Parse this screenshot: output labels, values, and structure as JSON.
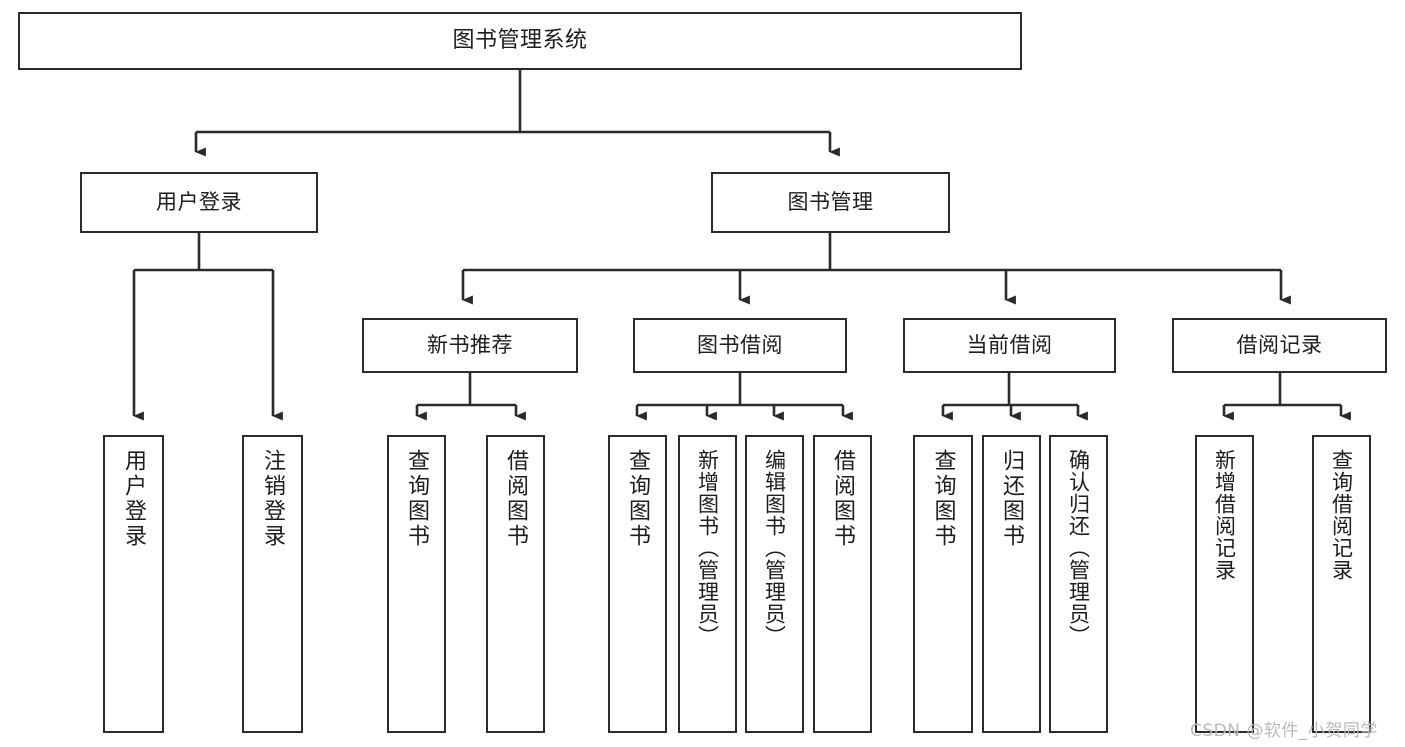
{
  "diagram": {
    "title": "图书管理系统",
    "type": "tree",
    "root": {
      "label": "图书管理系统"
    },
    "level1": [
      {
        "id": "user-login",
        "label": "用户登录"
      },
      {
        "id": "book-manage",
        "label": "图书管理"
      }
    ],
    "level2": [
      {
        "id": "new-book-recommend",
        "label": "新书推荐",
        "parent": "book-manage"
      },
      {
        "id": "book-borrow",
        "label": "图书借阅",
        "parent": "book-manage"
      },
      {
        "id": "current-borrow",
        "label": "当前借阅",
        "parent": "book-manage"
      },
      {
        "id": "borrow-record",
        "label": "借阅记录",
        "parent": "book-manage"
      }
    ],
    "leaves": [
      {
        "id": "leaf-user-login",
        "label": "用户登录",
        "parent": "user-login"
      },
      {
        "id": "leaf-logout",
        "label": "注销登录",
        "parent": "user-login"
      },
      {
        "id": "leaf-query-book-1",
        "label": "查询图书",
        "parent": "new-book-recommend"
      },
      {
        "id": "leaf-borrow-book-1",
        "label": "借阅图书",
        "parent": "new-book-recommend"
      },
      {
        "id": "leaf-query-book-2",
        "label": "查询图书",
        "parent": "book-borrow"
      },
      {
        "id": "leaf-add-book",
        "label": "新增图书（管理员）",
        "parent": "book-borrow"
      },
      {
        "id": "leaf-edit-book",
        "label": "编辑图书（管理员）",
        "parent": "book-borrow"
      },
      {
        "id": "leaf-borrow-book-2",
        "label": "借阅图书",
        "parent": "book-borrow"
      },
      {
        "id": "leaf-query-book-3",
        "label": "查询图书",
        "parent": "current-borrow"
      },
      {
        "id": "leaf-return-book",
        "label": "归还图书",
        "parent": "current-borrow"
      },
      {
        "id": "leaf-confirm-return",
        "label": "确认归还（管理员）",
        "parent": "current-borrow"
      },
      {
        "id": "leaf-add-record",
        "label": "新增借阅记录",
        "parent": "borrow-record"
      },
      {
        "id": "leaf-query-record",
        "label": "查询借阅记录",
        "parent": "borrow-record"
      }
    ],
    "colors": {
      "stroke": "#2b2b2b",
      "fill": "#ffffff",
      "text": "#1d1d1d",
      "watermark": "#b9b9b9"
    }
  },
  "watermark": {
    "text": "CSDN @软件_小贺同学"
  }
}
